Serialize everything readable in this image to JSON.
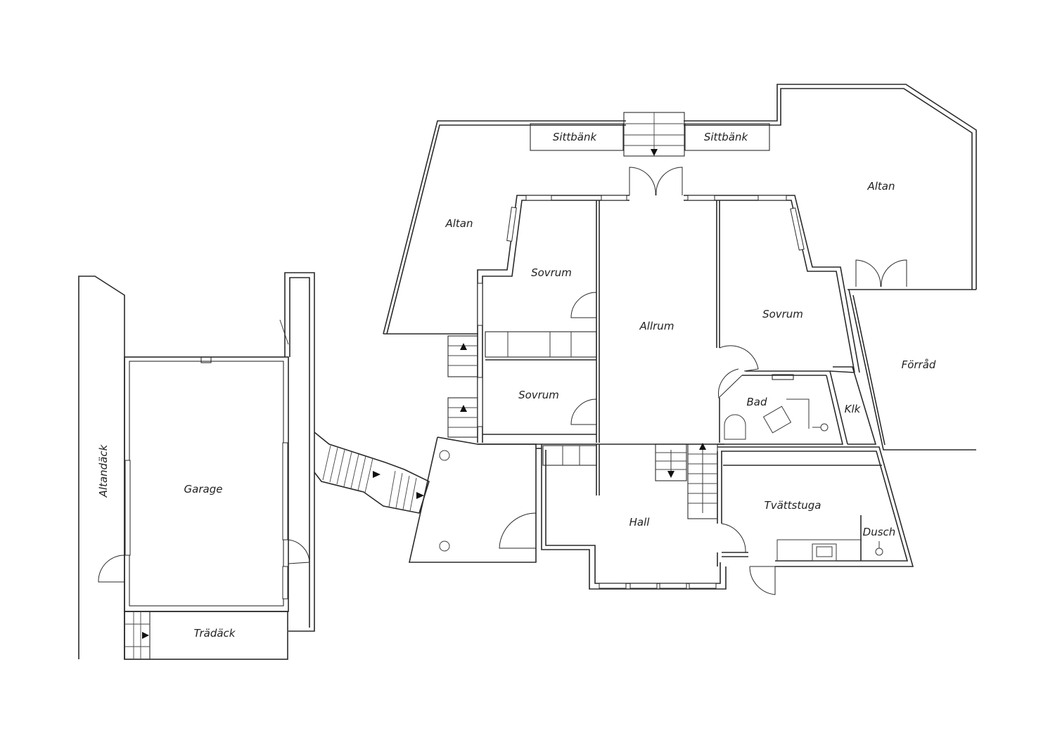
{
  "rooms": {
    "sittbank_left": "Sittbänk",
    "sittbank_right": "Sittbänk",
    "altan_left": "Altan",
    "altan_right": "Altan",
    "sovrum_1": "Sovrum",
    "sovrum_2": "Sovrum",
    "sovrum_3": "Sovrum",
    "allrum": "Allrum",
    "forrad": "Förråd",
    "bad": "Bad",
    "klk": "Klk",
    "tvattstuga": "Tvättstuga",
    "dusch": "Dusch",
    "hall": "Hall",
    "garage": "Garage",
    "altandack": "Altandäck",
    "tradack": "Trädäck"
  },
  "colors": {
    "line": "#2a2a2a",
    "background": "#ffffff",
    "text": "#222222"
  }
}
